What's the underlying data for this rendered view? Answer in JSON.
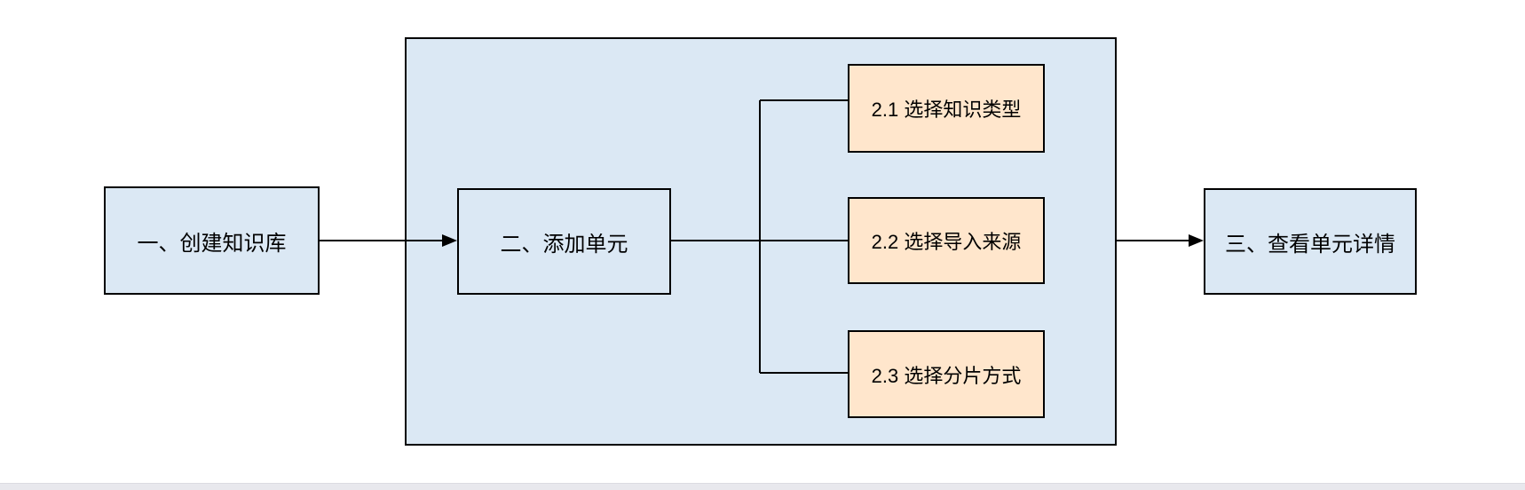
{
  "flowchart": {
    "title": "knowledge-base-workflow",
    "nodes": [
      {
        "id": "step-1",
        "label": "一、创建知识库",
        "fill": "#dbe8f4"
      },
      {
        "id": "step-2",
        "label": "二、添加单元",
        "fill": "#dbe8f4"
      },
      {
        "id": "step-2-1",
        "label": "2.1 选择知识类型",
        "fill": "#ffe6cc"
      },
      {
        "id": "step-2-2",
        "label": "2.2 选择导入来源",
        "fill": "#ffe6cc"
      },
      {
        "id": "step-2-3",
        "label": "2.3 选择分片方式",
        "fill": "#ffe6cc"
      },
      {
        "id": "step-3",
        "label": "三、查看单元详情",
        "fill": "#dbe8f4"
      }
    ],
    "edges": [
      {
        "from": "step-1",
        "to": "step-2",
        "arrow": true
      },
      {
        "from": "step-2",
        "to": "step-2-1",
        "arrow": false
      },
      {
        "from": "step-2",
        "to": "step-2-2",
        "arrow": false
      },
      {
        "from": "step-2",
        "to": "step-2-3",
        "arrow": false
      },
      {
        "from": "step-2-group",
        "to": "step-3",
        "arrow": true
      }
    ],
    "colors": {
      "blue_fill": "#dbe8f4",
      "orange_fill": "#ffe6cc",
      "border": "#000000",
      "line": "#000000",
      "bottom_bar": "#e8e8ed"
    }
  }
}
